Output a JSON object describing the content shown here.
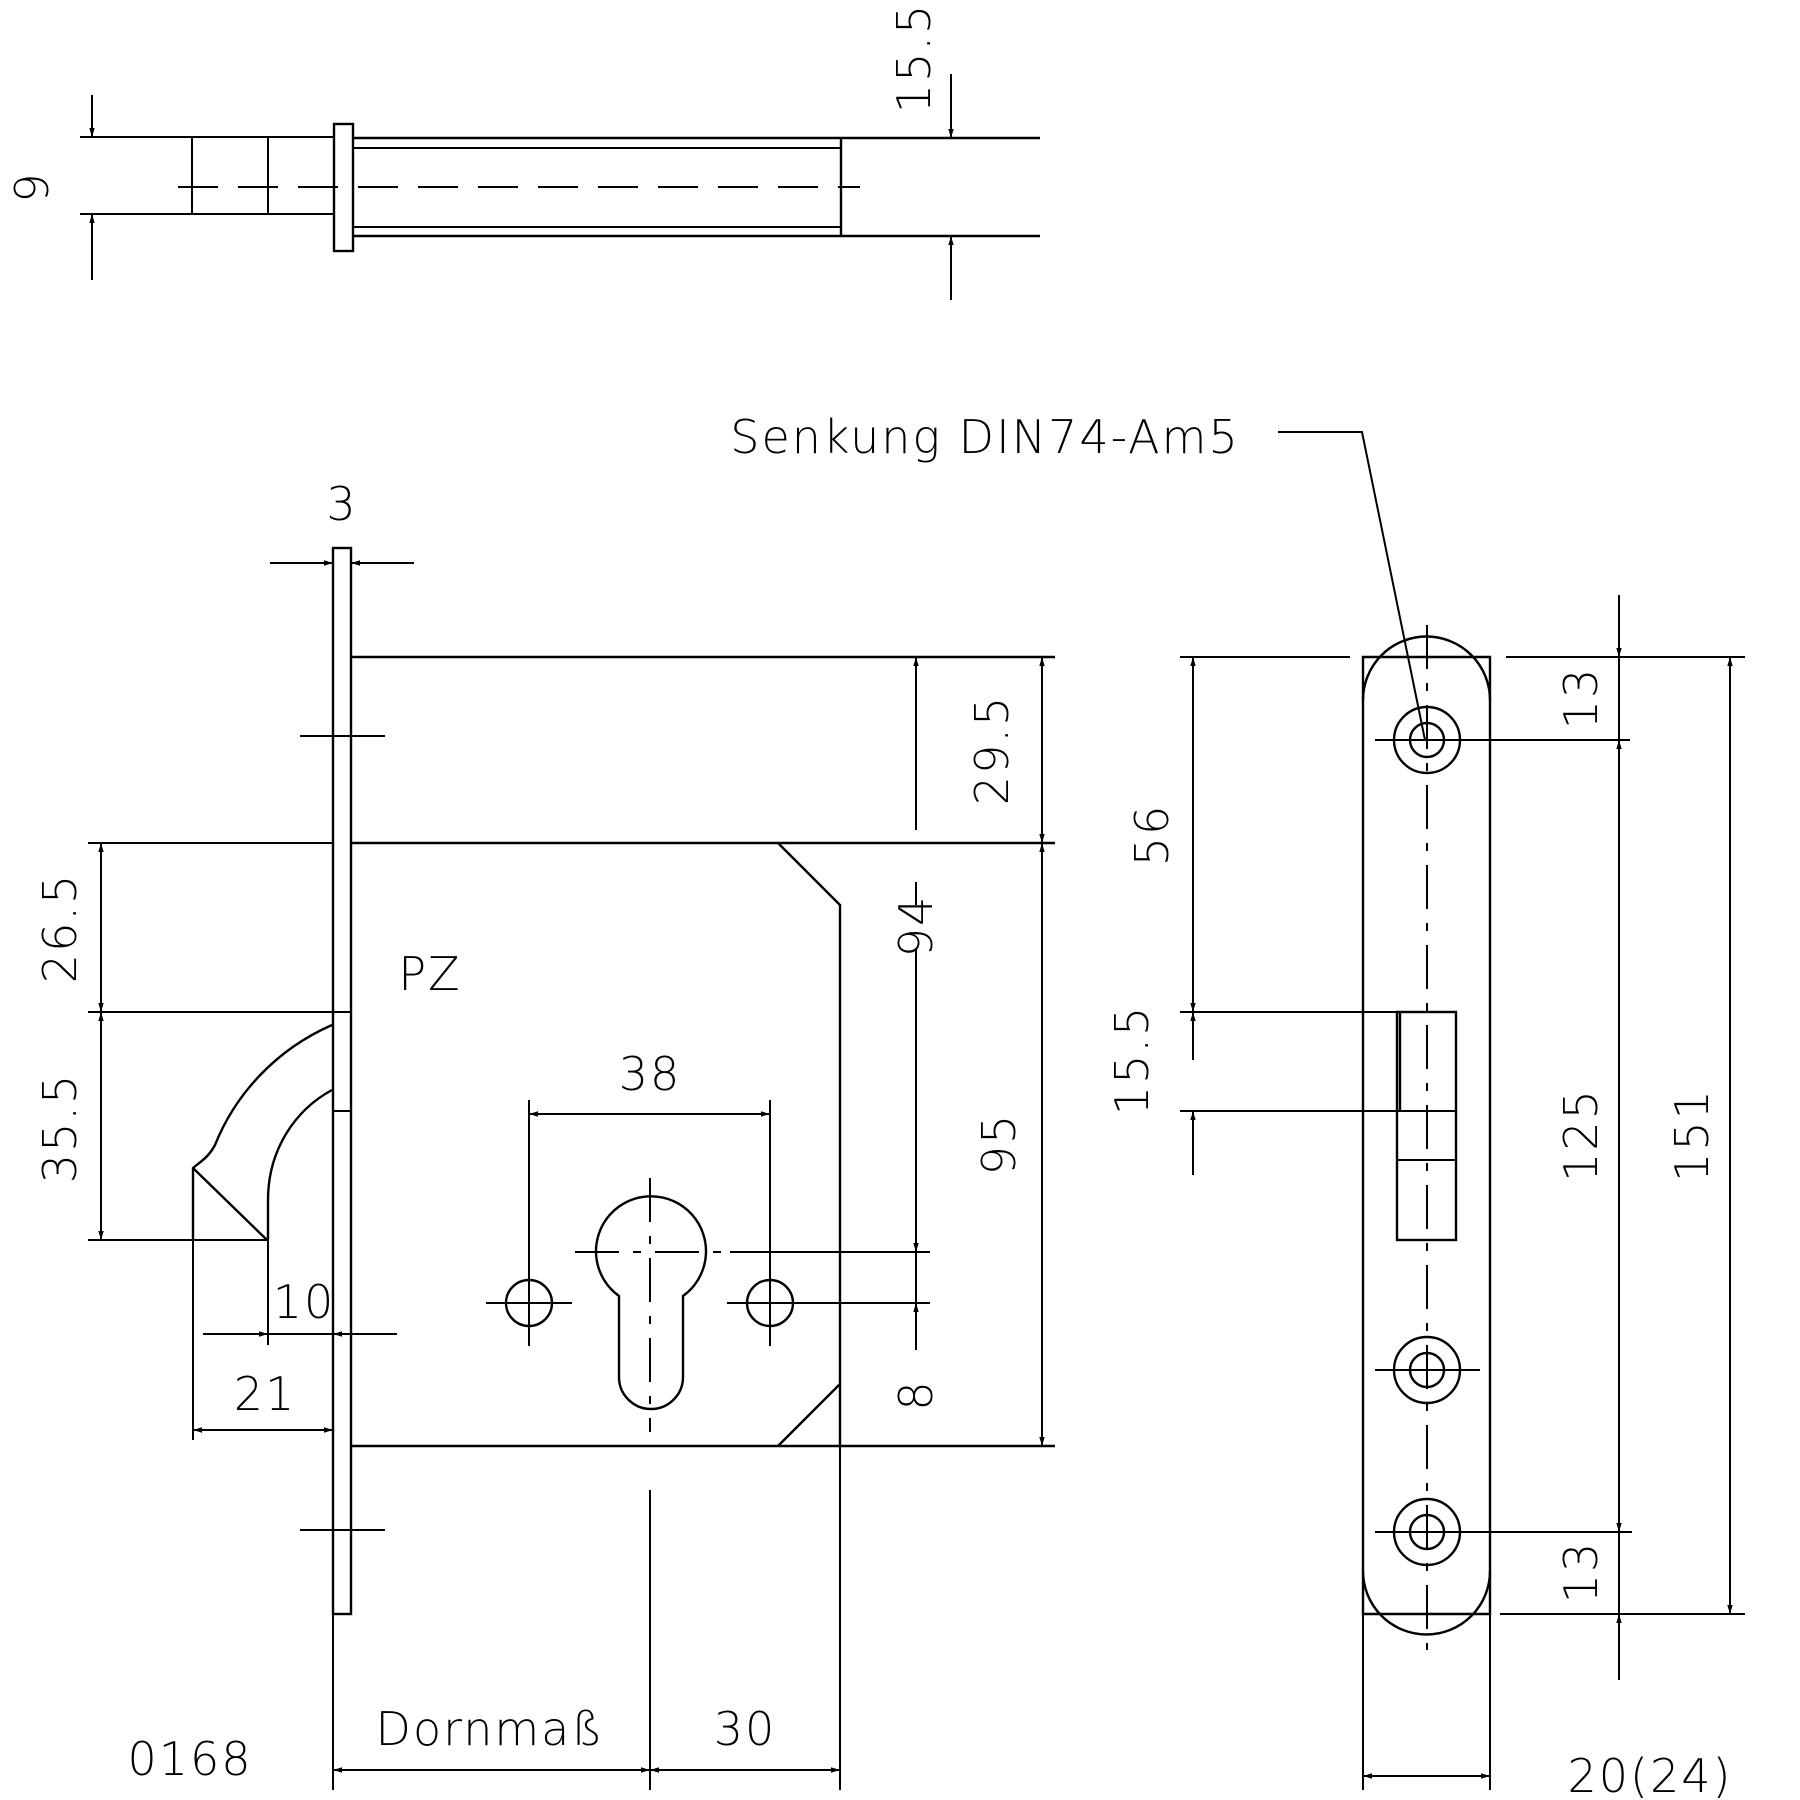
{
  "drawing_id": "0168",
  "colors": {
    "line": "#000000",
    "background": "#ffffff"
  },
  "top_view": {
    "dim_bolt_height": "9",
    "dim_head_height": "15.5"
  },
  "annotations": {
    "countersink_note": "Senkung DIN74-Am5",
    "cylinder_type": "PZ",
    "backset_label": "Dornmaß"
  },
  "front_view": {
    "dim_faceplate_thickness": "3",
    "dim_top_to_bolt": "29.5",
    "dim_hook_top": "26.5",
    "dim_hook_height": "35.5",
    "dim_hole_spacing": "38",
    "dim_center_distance": "94",
    "dim_body_height": "95",
    "dim_hook_depth": "10",
    "dim_hook_reach": "21",
    "dim_cylinder_offset": "8",
    "dim_backset_rest": "30"
  },
  "side_view": {
    "dim_top_to_bolt": "56",
    "dim_bolt_width": "15.5",
    "dim_top_hole": "13",
    "dim_hole_pitch": "125",
    "dim_total_length": "151",
    "dim_bottom_hole": "13",
    "dim_faceplate_width": "20(24)"
  }
}
